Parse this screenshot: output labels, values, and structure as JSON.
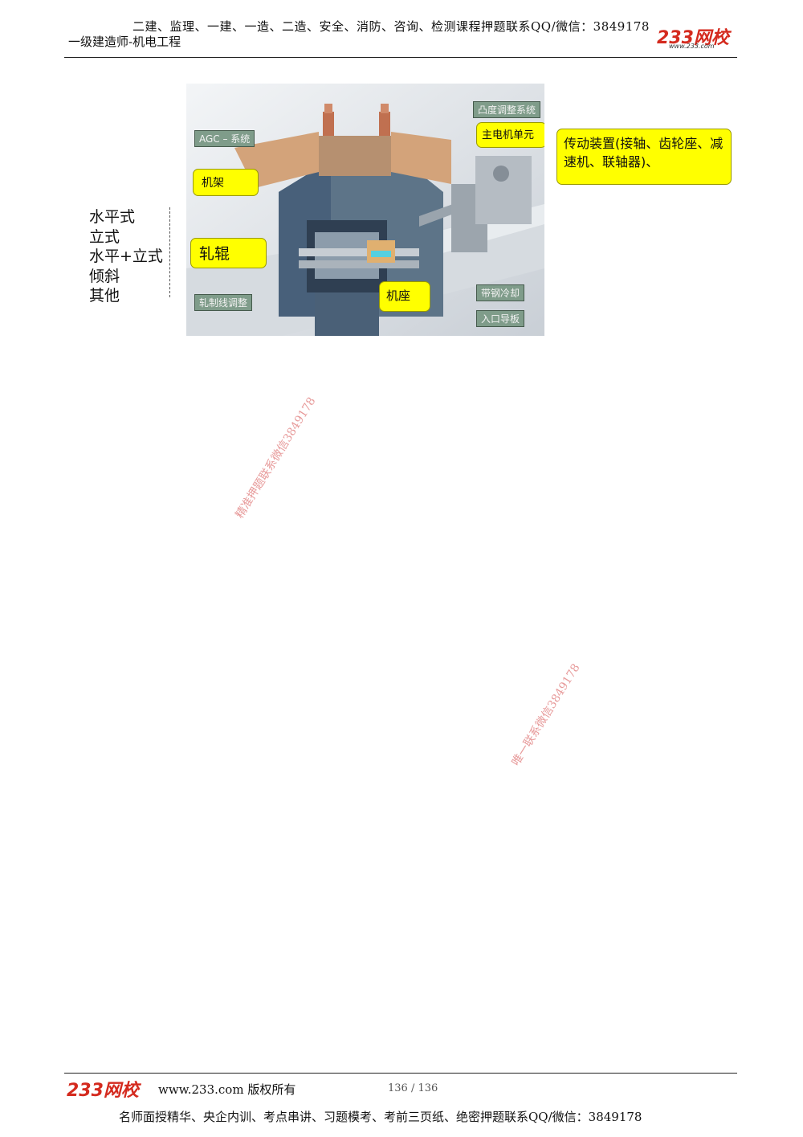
{
  "header": {
    "line1": "二建、监理、一建、一造、二造、安全、消防、咨询、检测课程押题联系QQ/微信：3849178",
    "line2": "一级建造师-机电工程",
    "logo": "233网校",
    "logo_url": "www.233.com"
  },
  "figure": {
    "labels": {
      "convexity": "凸度调整系统",
      "agc": "AGC – 系统",
      "main_motor": "主电机单元",
      "drive": "传动装置(接轴、齿轮座、减速机、联轴器)、",
      "frame": "机架",
      "roll": "轧辊",
      "strip_cooling": "带钢冷却",
      "rolling_line": "轧制线调整",
      "base": "机座",
      "entry_guide": "入口导板"
    }
  },
  "left_list": [
    "水平式",
    "立式",
    "水平+立式",
    "倾斜",
    "其他"
  ],
  "watermarks": [
    "精准押题联系微信3849178",
    "唯一联系微信3849178"
  ],
  "footer": {
    "logo": "233网校",
    "copyright": "www.233.com 版权所有",
    "page": "136 / 136",
    "line": "名师面授精华、央企内训、考点串讲、习题模考、考前三页纸、绝密押题联系QQ/微信：3849178"
  },
  "colors": {
    "brand_red": "#d42a1e",
    "callout_yellow": "#ffff00",
    "label_green": "#7f9c8a"
  }
}
